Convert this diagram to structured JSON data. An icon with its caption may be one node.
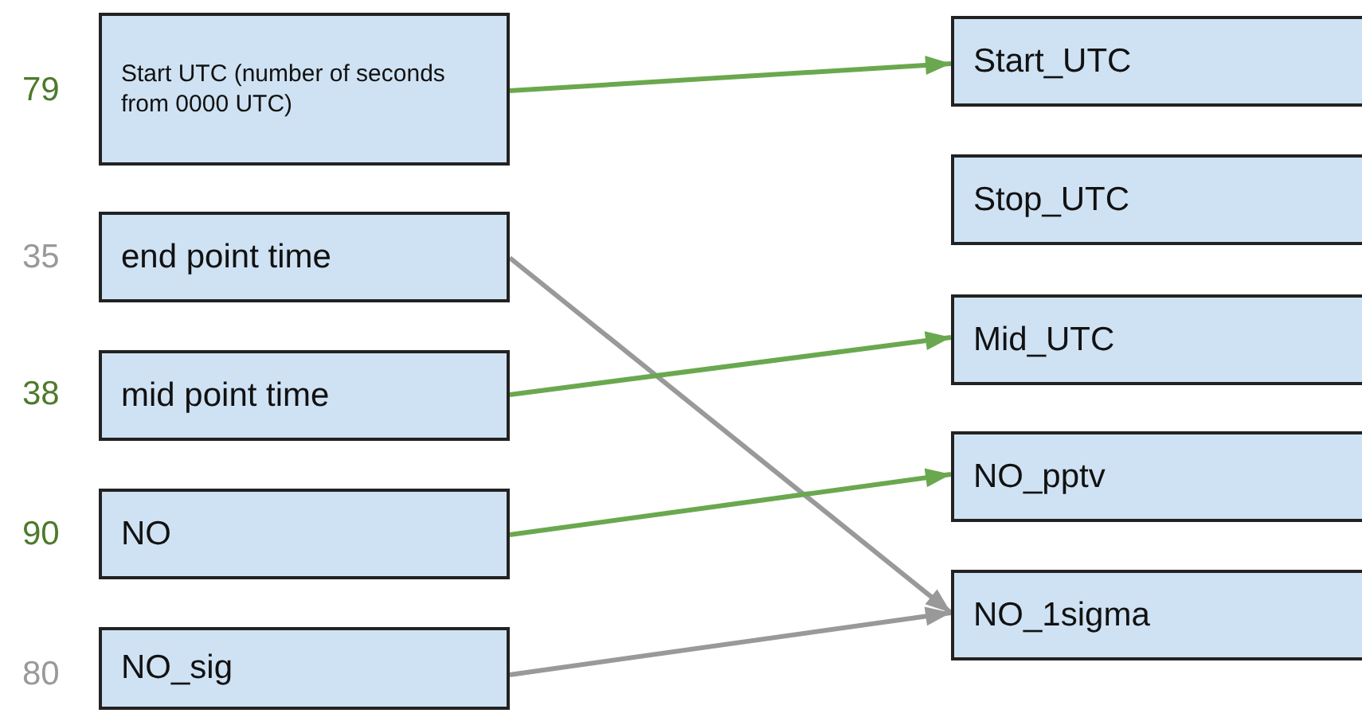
{
  "diagram": {
    "nodes": [
      {
        "text": [
          "Start UTC (number of seconds from 0000 UTC)"
        ],
        "beside": [
          "79"
        ]
      },
      {
        "text": [
          "end point time"
        ],
        "beside": [
          "35"
        ]
      },
      {
        "text": [
          "mid point time"
        ],
        "beside": [
          "38"
        ]
      },
      {
        "text": [
          "NO"
        ],
        "beside": [
          "90"
        ]
      },
      {
        "text": [
          "NO_sig"
        ],
        "beside": [
          "80"
        ]
      },
      {
        "text": [
          "Start_UTC"
        ]
      },
      {
        "text": [
          "Stop_UTC"
        ]
      },
      {
        "text": [
          "Mid_UTC"
        ]
      },
      {
        "text": [
          "NO_pptv"
        ]
      },
      {
        "text": [
          "NO_1sigma"
        ]
      }
    ],
    "edges": [
      {
        "from": 0,
        "to": 5,
        "arrow": "to",
        "color": "#6aa84f"
      },
      {
        "from": 1,
        "to": 9,
        "arrow": "to",
        "color": "#999999"
      },
      {
        "from": 2,
        "to": 7,
        "arrow": "to",
        "color": "#6aa84f"
      },
      {
        "from": 3,
        "to": 8,
        "arrow": "to",
        "color": "#6aa84f"
      },
      {
        "from": 4,
        "to": 9,
        "arrow": "to",
        "color": "#999999"
      }
    ]
  }
}
